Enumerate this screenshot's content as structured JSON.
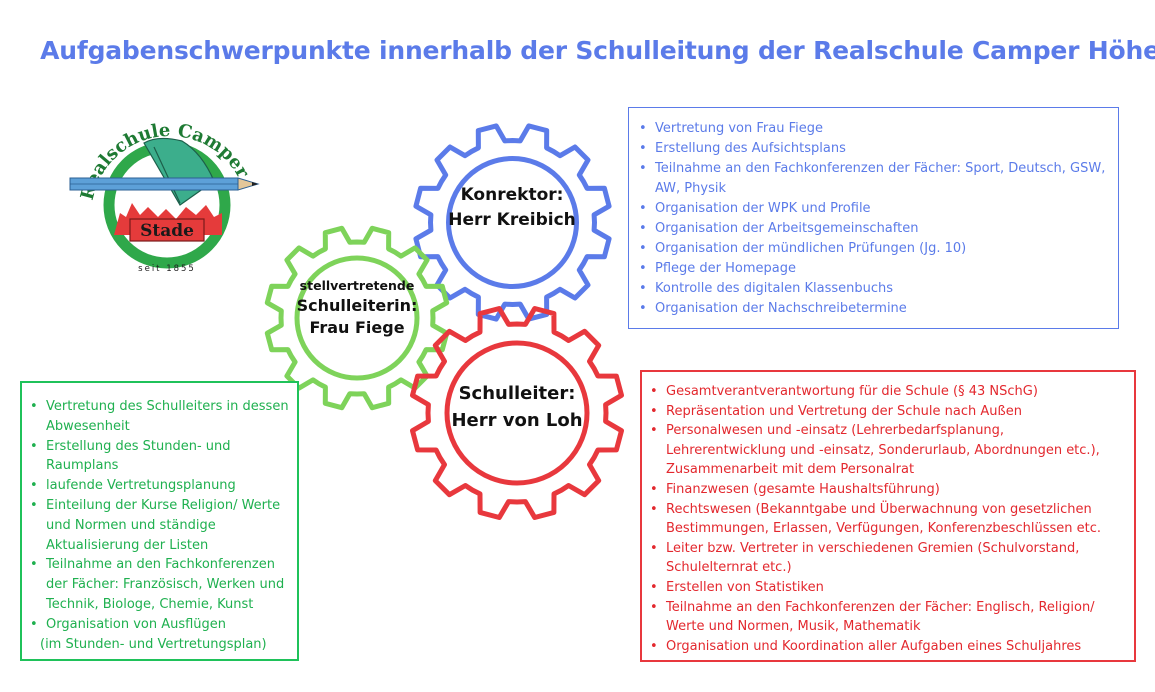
{
  "title": "Aufgabenschwerpunkte innerhalb der Schulleitung der Realschule Camper Höhe",
  "logo": {
    "arc_text": "Realschule Camper Höhe",
    "banner_text": "Stade",
    "since_text": "seit 1855",
    "colors": {
      "ring": "#2fa84a",
      "sail": "#3cae8c",
      "banner": "#e53b3b",
      "pencil": "#5da0d8"
    }
  },
  "gears": {
    "konrektor": {
      "line1": "Konrektor:",
      "line2": "Herr Kreibich",
      "color": "#5b7be9"
    },
    "stellvertretend": {
      "line1": "stellvertretende",
      "line2": "Schulleiterin:",
      "line3": "Frau Fiege",
      "color": "#7ed35a"
    },
    "schulleiter": {
      "line1": "Schulleiter:",
      "line2": "Herr von Loh",
      "color": "#e8383d"
    }
  },
  "konrektor_tasks": [
    "Vertretung von Frau Fiege",
    "Erstellung des Aufsichtsplans",
    "Teilnahme an den Fachkonferenzen der Fächer:  Sport, Deutsch, GSW, AW, Physik",
    "Organisation der WPK und Profile",
    "Organisation der Arbeitsgemeinschaften",
    "Organisation der mündlichen Prüfungen (Jg. 10)",
    "Pflege der Homepage",
    "Kontrolle des digitalen Klassenbuchs",
    "Organisation der Nachschreibetermine"
  ],
  "stellvertretung_tasks": [
    "Vertretung des Schulleiters in dessen Abwesenheit",
    "Erstellung des Stunden- und Raumplans",
    "laufende Vertretungsplanung",
    "Einteilung der Kurse Religion/ Werte und Normen und ständige Aktualisierung der Listen",
    "Teilnahme an den Fachkonferenzen der Fächer: Französisch, Werken und Technik, Biologe, Chemie, Kunst",
    "Organisation von Ausflügen",
    "(im Stunden- und Vertretungsplan)"
  ],
  "schulleiter_tasks": [
    "Gesamtverantverantwortung für die Schule (§ 43 NSchG)",
    "Repräsentation und Vertretung der Schule nach Außen",
    "Personalwesen und -einsatz (Lehrerbedarfsplanung, Lehrerentwicklung und -einsatz, Sonderurlaub, Abordnungen etc.), Zusammenarbeit mit dem Personalrat",
    "Finanzwesen (gesamte Haushaltsführung)",
    "Rechtswesen (Bekanntgabe und Überwachnung von gesetzlichen Bestimmungen, Erlassen, Verfügungen, Konferenzbeschlüssen etc.",
    "Leiter bzw. Vertreter in verschiedenen Gremien (Schulvorstand, Schulelternrat etc.)",
    "Erstellen von Statistiken",
    "Teilnahme an den Fachkonferenzen der Fächer: Englisch, Religion/ Werte und Normen, Musik, Mathematik",
    "Organisation und Koordination aller Aufgaben eines Schuljahres"
  ]
}
